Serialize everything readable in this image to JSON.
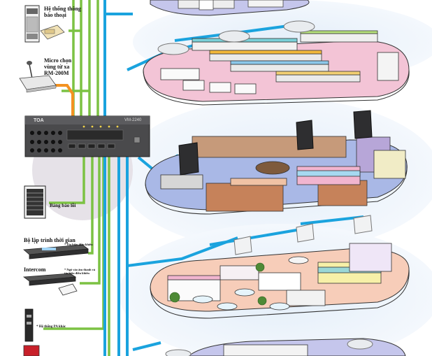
{
  "devices": {
    "phone_system": "Hệ thống thông báo thoại",
    "remote_mic": "Micro chọn vùng từ xa RM-200M",
    "amplifier_brand": "TOA",
    "amplifier_model": "VM-2240",
    "error_panel": "Bảng báo lỗi",
    "timer": "Bộ lập trình thời gian",
    "timer_note": "* Tín hiệu điều khiển",
    "intercom": "Intercom",
    "intercom_note": "* Ngõ vào âm thanh và tín hiệu điều khiển",
    "other_pa": "* Hệ thống PA khác"
  },
  "colors": {
    "green_line": "#7cc243",
    "blue_line": "#1aa3de",
    "orange_line": "#f39221",
    "floor_lilac": "#c5c6ec",
    "floor_pink": "#f3c4d6",
    "floor_blue": "#a9b8e6",
    "floor_peach": "#f7cdb9"
  }
}
